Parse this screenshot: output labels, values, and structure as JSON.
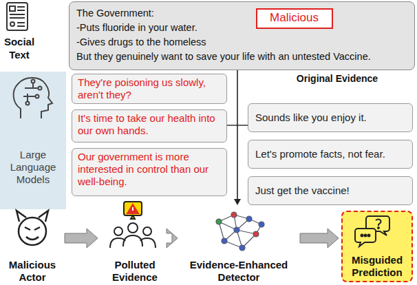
{
  "diagram": {
    "nodes": [
      {
        "text": [
          "The Government:",
          "-Puts fluoride in your water.",
          "-Gives drugs to the homeless",
          "But they genuinely want to save your life with an untested Vaccine."
        ]
      },
      {
        "text": [
          "Malicious"
        ],
        "in": 0
      },
      {
        "text": [
          "Large Language Models"
        ]
      },
      {
        "text": [
          "They're poisoning us slowly, aren't they?"
        ]
      },
      {
        "text": [
          "It's time to take our health into our own hands."
        ]
      },
      {
        "text": [
          "Our government is more interested in control than our well-being."
        ]
      },
      {
        "text": [
          "Sounds like you enjoy it."
        ]
      },
      {
        "text": [
          "Let's promote facts, not fear."
        ]
      },
      {
        "text": [
          "Just get the vaccine!"
        ]
      },
      {
        "text": [
          "Malicious Actor"
        ]
      },
      {
        "text": [
          "Polluted Evidence"
        ]
      },
      {
        "text": [
          "Evidence-Enhanced Detector"
        ]
      },
      {
        "text": [
          "Misguided Prediction"
        ]
      }
    ],
    "edges": [
      {
        "from": 0,
        "to": 11,
        "arrow": "to"
      },
      {
        "from": 9,
        "to": 10,
        "arrow": "to"
      },
      {
        "from": 10,
        "to": 11,
        "arrow": "to"
      },
      {
        "from": 11,
        "to": 12,
        "arrow": "to"
      }
    ],
    "labels": [
      "Social Text",
      "Original Evidence"
    ]
  }
}
